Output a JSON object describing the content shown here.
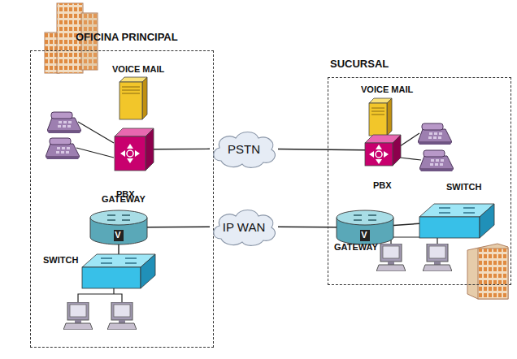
{
  "diagram": {
    "nodes": [
      {
        "text": [
          "OFICINA PRINCIPAL"
        ]
      },
      {
        "text": [
          "VOICE MAIL"
        ],
        "in": 0
      },
      {
        "text": [
          "PBX"
        ],
        "in": 0
      },
      {
        "text": [
          "GATEWAY"
        ],
        "in": 0
      },
      {
        "text": [
          "SWITCH"
        ],
        "in": 0
      },
      {
        "text": [
          "PSTN"
        ]
      },
      {
        "text": [
          "IP WAN"
        ]
      },
      {
        "text": [
          "SUCURSAL"
        ]
      },
      {
        "text": [
          "VOICE MAIL"
        ],
        "in": 7
      },
      {
        "text": [
          "PBX"
        ],
        "in": 7
      },
      {
        "text": [
          "SWITCH"
        ],
        "in": 7
      },
      {
        "text": [
          "GATEWAY"
        ],
        "in": 7
      }
    ],
    "edges": [
      {
        "from": 2,
        "to": 5,
        "arrow": "none"
      },
      {
        "from": 5,
        "to": 9,
        "arrow": "none"
      },
      {
        "from": 3,
        "to": 6,
        "arrow": "none"
      },
      {
        "from": 6,
        "to": 11,
        "arrow": "none"
      },
      {
        "from": 3,
        "to": 4,
        "arrow": "none"
      },
      {
        "from": 11,
        "to": 10,
        "arrow": "none"
      }
    ],
    "labels": [
      "V",
      "V"
    ]
  }
}
